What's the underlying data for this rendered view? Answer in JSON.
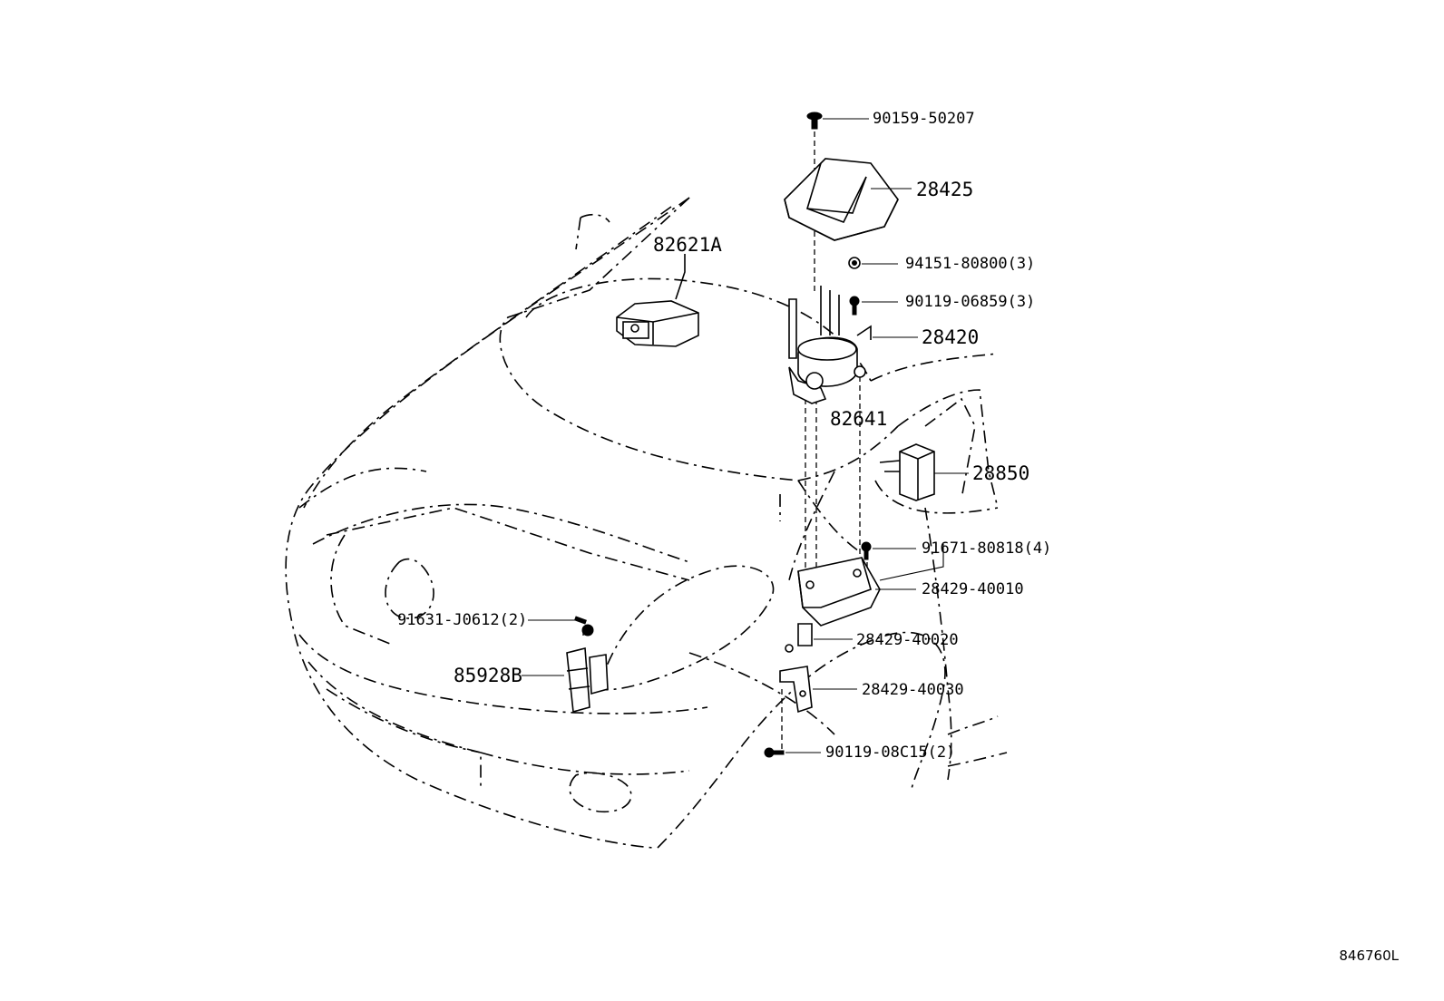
{
  "diagram": {
    "reference_code": "846760L",
    "parts": [
      {
        "id": "p1",
        "label": "90159-50207"
      },
      {
        "id": "p2",
        "label": "28425"
      },
      {
        "id": "p3",
        "label": "82621A"
      },
      {
        "id": "p4",
        "label": "94151-80800(3)"
      },
      {
        "id": "p5",
        "label": "90119-06859(3)"
      },
      {
        "id": "p6",
        "label": "28420"
      },
      {
        "id": "p7",
        "label": "82641"
      },
      {
        "id": "p8",
        "label": "28850"
      },
      {
        "id": "p9",
        "label": "91671-80818(4)"
      },
      {
        "id": "p10",
        "label": "28429-40010"
      },
      {
        "id": "p11",
        "label": "91631-J0612(2)"
      },
      {
        "id": "p12",
        "label": "28429-40020"
      },
      {
        "id": "p13",
        "label": "85928B"
      },
      {
        "id": "p14",
        "label": "28429-40030"
      },
      {
        "id": "p15",
        "label": "90119-08C15(2)"
      }
    ]
  }
}
